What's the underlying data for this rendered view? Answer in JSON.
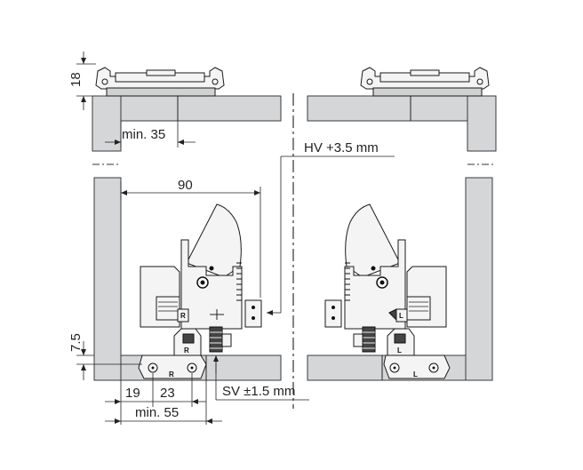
{
  "labels": {
    "dim_18": "18",
    "dim_min35": "min. 35",
    "dim_hv": "HV +3.5 mm",
    "dim_90": "90",
    "dim_7_5": "7.5",
    "dim_19": "19",
    "dim_23": "23",
    "dim_min55": "min. 55",
    "dim_sv": "SV ±1.5 mm",
    "letter_r_upper": "R",
    "letter_r_lower": "R",
    "letter_l_upper": "L",
    "letter_l_lower": "L",
    "letter_r_badge": "R",
    "letter_l_badge": "L"
  },
  "colors": {
    "panel_fill": "#d4d6d8",
    "line": "#222222",
    "background": "#ffffff"
  }
}
